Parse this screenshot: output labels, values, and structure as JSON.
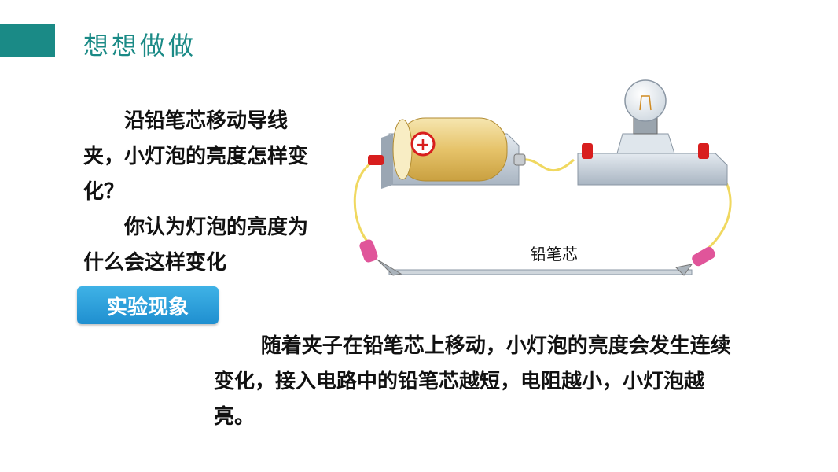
{
  "header": {
    "title": "想想做做"
  },
  "question": {
    "para1": "沿铅笔芯移动导线夹，小灯泡的亮度怎样变化？",
    "para2": "你认为灯泡的亮度为什么会这样变化",
    "trailing_mark": "."
  },
  "diagram": {
    "label": "铅笔芯",
    "battery_symbol": "+",
    "colors": {
      "battery": "#e6c36a",
      "terminal_red": "#d81e1e",
      "wire": "#f0d860",
      "clip_pink": "#e0559a",
      "base_gray": "#c9d2db"
    }
  },
  "phenomenon": {
    "badge": "实验现象",
    "text": "随着夹子在铅笔芯上移动，小灯泡的亮度会发生连续变化，接入电路中的铅笔芯越短，电阻越小，小灯泡越亮。"
  }
}
